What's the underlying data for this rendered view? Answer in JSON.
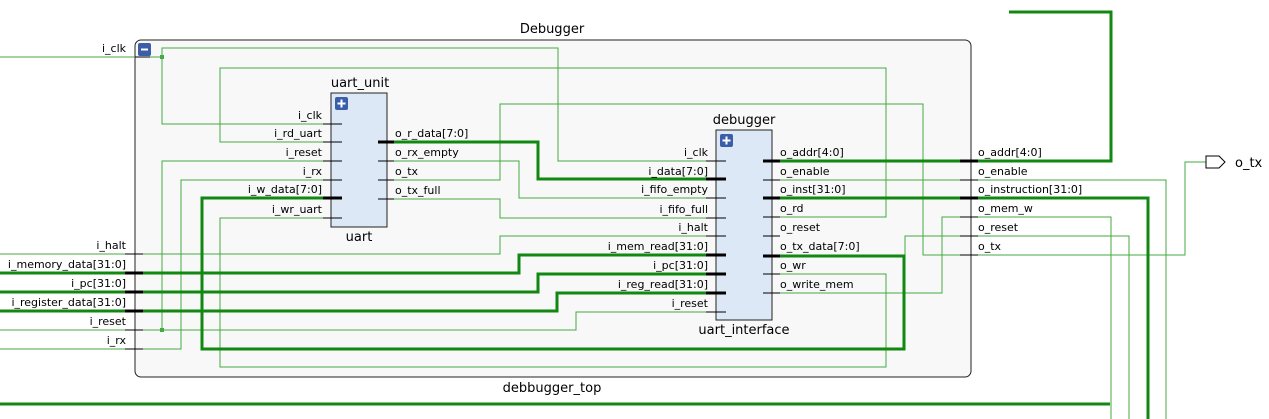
{
  "top": {
    "title": "Debugger",
    "instance": "debbugger_top",
    "inputs": [
      "i_clk",
      "i_halt",
      "i_memory_data[31:0]",
      "i_pc[31:0]",
      "i_register_data[31:0]",
      "i_reset",
      "i_rx"
    ],
    "outputs": [
      "o_addr[4:0]",
      "o_enable",
      "o_instruction[31:0]",
      "o_mem_w",
      "o_reset",
      "o_tx"
    ]
  },
  "uart": {
    "title": "uart_unit",
    "instance": "uart",
    "inputs": [
      "i_clk",
      "i_rd_uart",
      "i_reset",
      "i_rx",
      "i_w_data[7:0]",
      "i_wr_uart"
    ],
    "outputs": [
      "o_r_data[7:0]",
      "o_rx_empty",
      "o_tx",
      "o_tx_full"
    ]
  },
  "dbg": {
    "title": "debugger",
    "instance": "uart_interface",
    "inputs": [
      "i_clk",
      "i_data[7:0]",
      "i_fifo_empty",
      "i_fifo_full",
      "i_halt",
      "i_mem_read[31:0]",
      "i_pc[31:0]",
      "i_reg_read[31:0]",
      "i_reset"
    ],
    "outputs": [
      "o_addr[4:0]",
      "o_enable",
      "o_inst[31:0]",
      "o_rd",
      "o_reset",
      "o_tx_data[7:0]",
      "o_wr",
      "o_write_mem"
    ]
  },
  "port": {
    "label": "o_tx"
  },
  "colors": {
    "wire": "#44aa44",
    "bus": "#118811",
    "block_fill": "#dde8f7",
    "frame_fill": "#f8f8f8",
    "expand_button": "#3b5ea8"
  }
}
